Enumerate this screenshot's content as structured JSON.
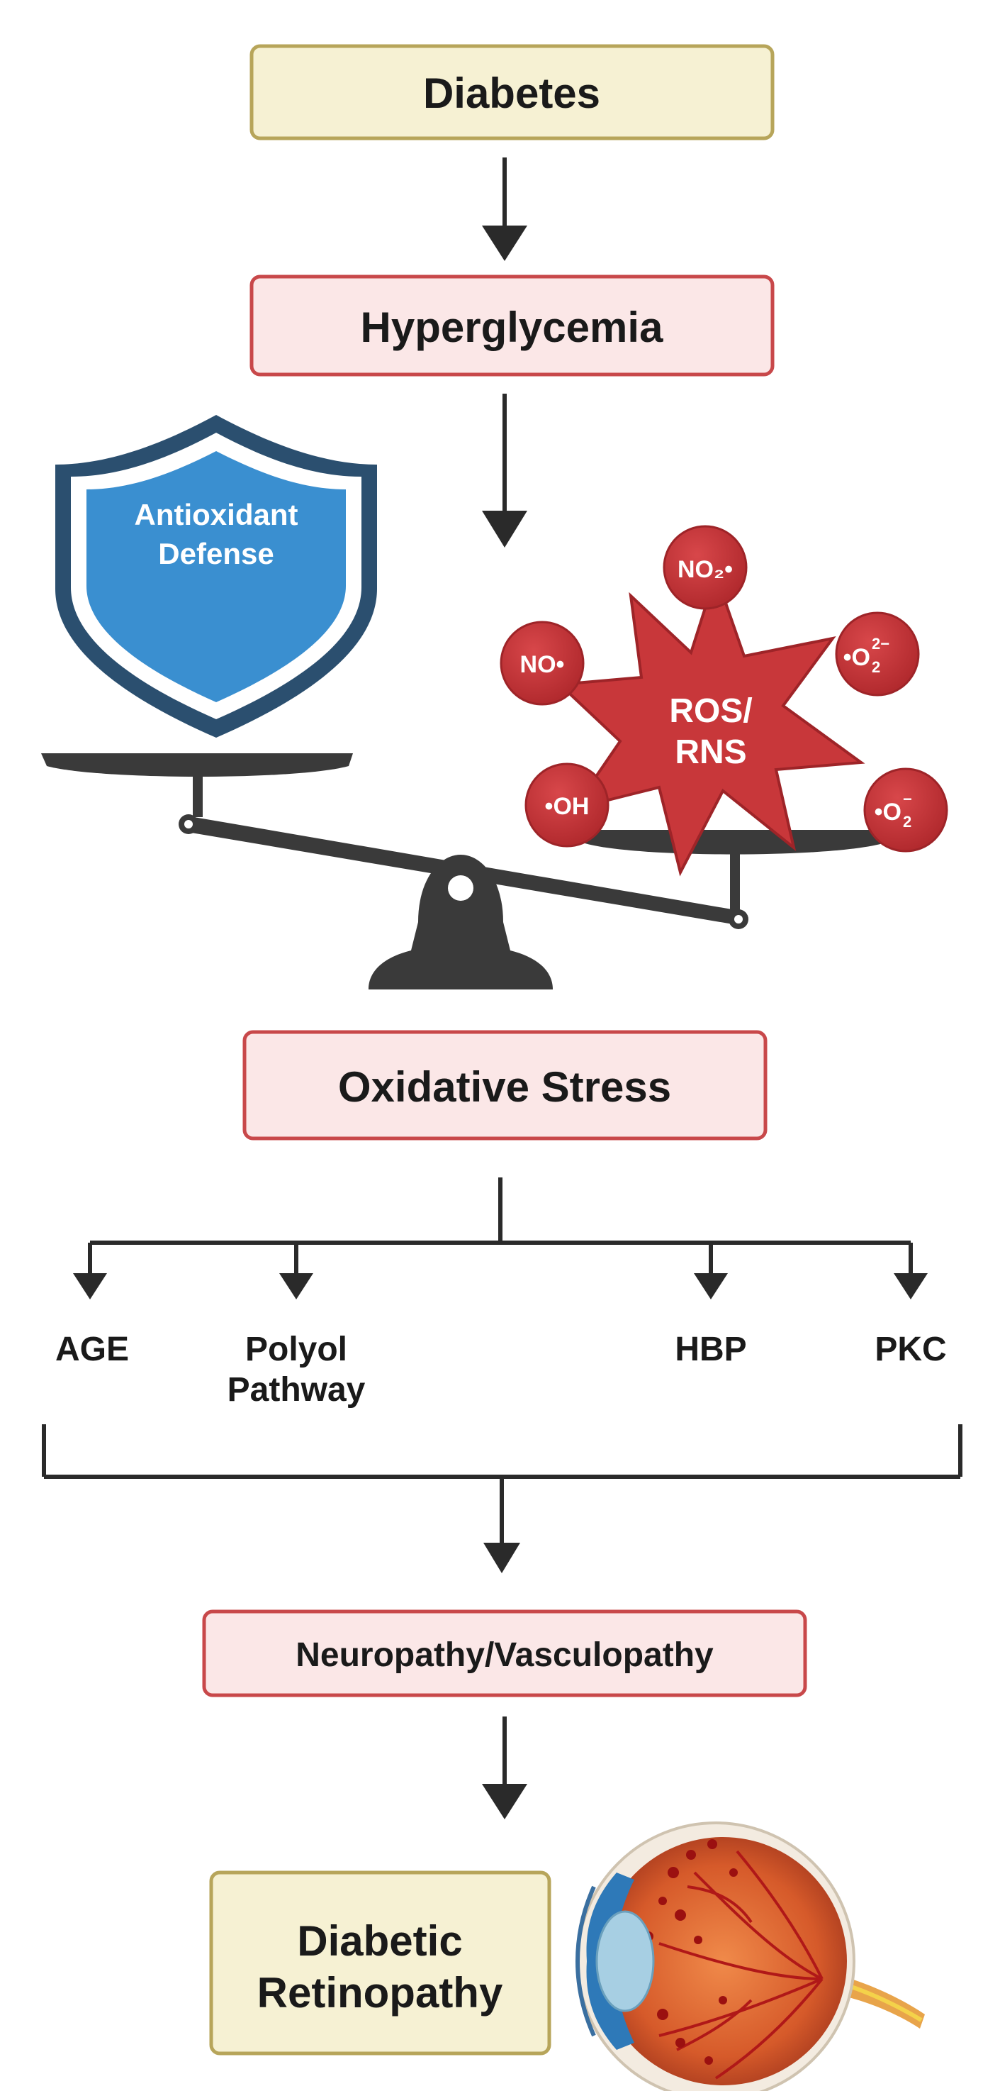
{
  "flow": {
    "diabetes": "Diabetes",
    "hyperglycemia": "Hyperglycemia",
    "oxidative_stress": "Oxidative Stress",
    "neuropathy": "Neuropathy/Vasculopathy",
    "retinopathy_line1": "Diabetic",
    "retinopathy_line2": "Retinopathy"
  },
  "pathways": {
    "age": "AGE",
    "polyol_line1": "Polyol",
    "polyol_line2": "Pathway",
    "hbp": "HBP",
    "pkc": "PKC"
  },
  "shield": {
    "line1": "Antioxidant",
    "line2": "Defense"
  },
  "ros": {
    "line1": "ROS/",
    "line2": "RNS"
  },
  "radicals": {
    "no2": "NO₂•",
    "no": "NO•",
    "oh": "•OH",
    "o2_2minus_base": "•O",
    "o2_2minus_sup": "2−",
    "o2_2minus_sub": "2",
    "o2_minus_base": "•O",
    "o2_minus_sup": "−",
    "o2_minus_sub": "2"
  },
  "colors": {
    "yellow_fill": "#f6f1d3",
    "yellow_stroke": "#b7a55a",
    "red_fill": "#fbe7e7",
    "red_stroke": "#c8484a",
    "shield_blue": "#3a8fd0",
    "shield_dark": "#2b4f6f",
    "ros_red": "#c8373a",
    "scale_dark": "#3a3a3a"
  }
}
